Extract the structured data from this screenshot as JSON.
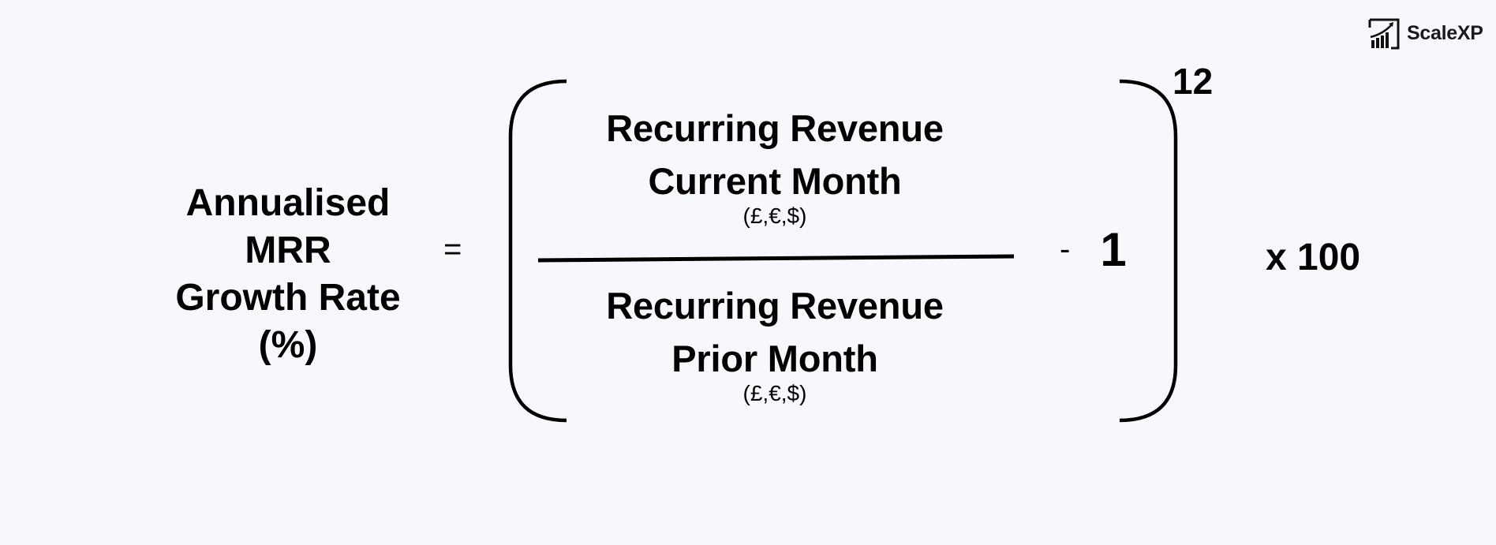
{
  "brand": {
    "name": "ScaleXP",
    "icon": "bar-chart-growth-icon"
  },
  "formula": {
    "lhs": {
      "lines": [
        "Annualised",
        "MRR",
        "Growth Rate",
        "(%)"
      ]
    },
    "equals": "=",
    "numerator": {
      "lines": [
        "Recurring Revenue",
        "Current Month"
      ],
      "unit": "(£,€,$)"
    },
    "denominator": {
      "lines": [
        "Recurring Revenue",
        "Prior Month"
      ],
      "unit": "(£,€,$)"
    },
    "minus": "-",
    "one": "1",
    "exponent": "12",
    "multiplier": "x 100"
  },
  "colors": {
    "background": "#f7f8fc",
    "text": "#000000"
  }
}
